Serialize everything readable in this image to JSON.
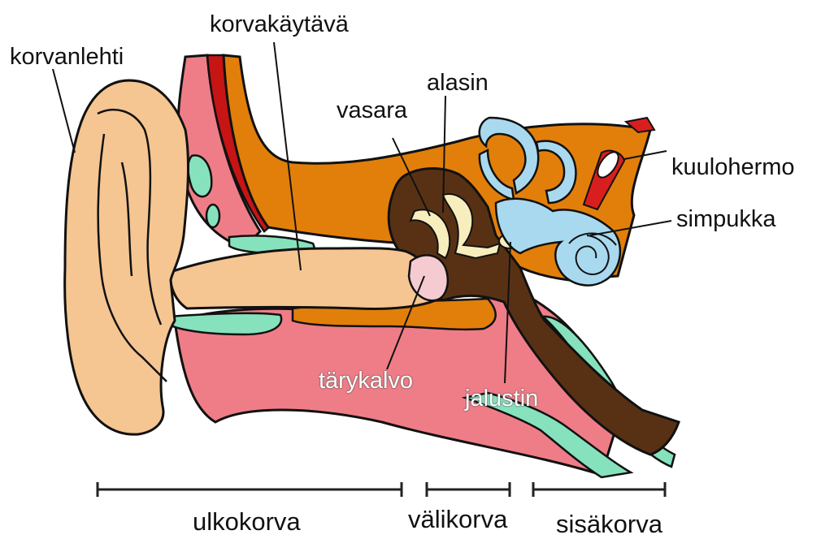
{
  "labels": {
    "korvanlehti": "korvanlehti",
    "korvakaytava": "korvakäytävä",
    "alasin": "alasin",
    "vasara": "vasara",
    "kuulohermo": "kuulohermo",
    "simpukka": "simpukka",
    "tarykalvo": "tärykalvo",
    "jalustin": "jalustin"
  },
  "sections": {
    "ulkokorva": "ulkokorva",
    "valikorva": "välikorva",
    "sisakorva": "sisäkorva"
  },
  "colors": {
    "skin": "#f5c592",
    "bone": "#e27f0a",
    "tissue": "#ef7d87",
    "ossicle_cavity": "#583114",
    "cartilage": "#86e2bd",
    "inner_ear": "#a9d9ef",
    "eardrum": "#f6cad1",
    "ossicles": "#f8eebd",
    "nerve": "#d91e1e",
    "canal_wall": "#c71414"
  }
}
